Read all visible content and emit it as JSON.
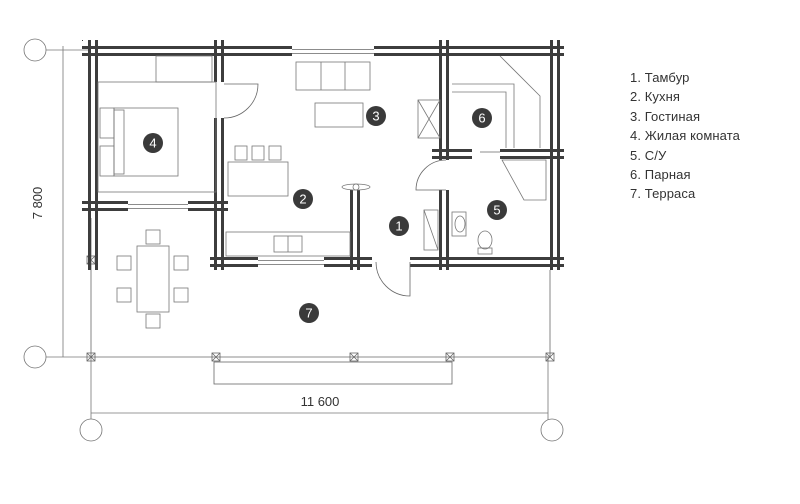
{
  "legend": [
    {
      "num": "1",
      "label": "1. Тамбур"
    },
    {
      "num": "2",
      "label": "2. Кухня"
    },
    {
      "num": "3",
      "label": "3. Гостиная"
    },
    {
      "num": "4",
      "label": "4. Жилая комната"
    },
    {
      "num": "5",
      "label": "5. С/У"
    },
    {
      "num": "6",
      "label": "6. Парная"
    },
    {
      "num": "7",
      "label": "7. Терраса"
    }
  ],
  "dimensions": {
    "width_label": "11 600",
    "height_label": "7 800"
  },
  "colors": {
    "wall": "#3d3d3d",
    "line": "#555555",
    "marker": "#3a3a3a"
  }
}
